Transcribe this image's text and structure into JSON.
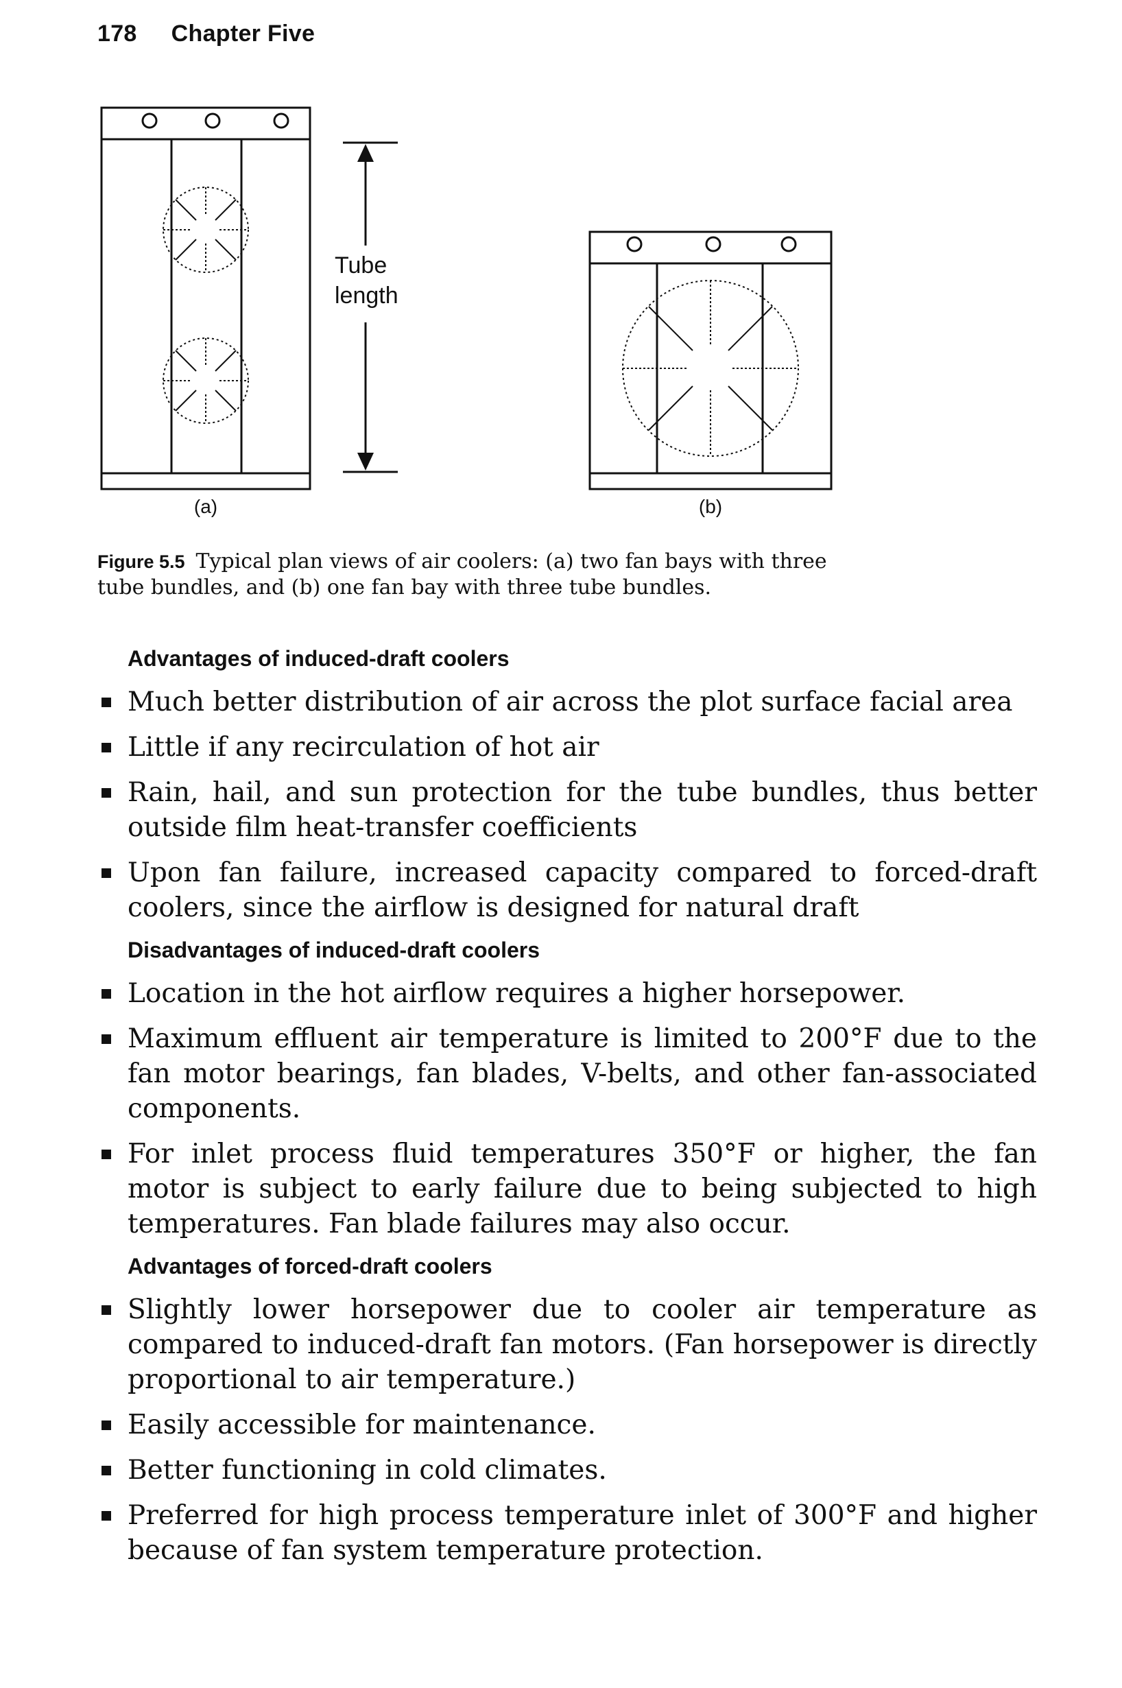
{
  "header": {
    "page_number": "178",
    "chapter": "Chapter Five"
  },
  "figure": {
    "dimension_label_line1": "Tube",
    "dimension_label_line2": "length",
    "panel_a_label": "(a)",
    "panel_b_label": "(b)",
    "caption_label": "Figure 5.5",
    "caption_text": "Typical plan views of air coolers: (a) two fan bays with three tube bundles, and (b) one fan bay with three tube bundles."
  },
  "sections": [
    {
      "title": "Advantages of induced-draft coolers",
      "items": [
        "Much better distribution of air across the plot surface facial area",
        "Little if any recirculation of hot air",
        "Rain, hail, and sun protection for the tube bundles, thus better outside film heat-transfer coefficients",
        "Upon fan failure, increased capacity compared to forced-draft coolers, since the airflow is designed for natural draft"
      ]
    },
    {
      "title": "Disadvantages of induced-draft coolers",
      "items": [
        "Location in the hot airflow requires a higher horsepower.",
        "Maximum effluent air temperature is limited to 200°F due to the fan motor bearings, fan blades, V-belts, and other fan-associated components.",
        "For inlet process fluid temperatures 350°F or higher, the fan motor is subject to early failure due to being subjected to high temperatures. Fan blade failures may also occur."
      ]
    },
    {
      "title": "Advantages of forced-draft coolers",
      "items": [
        "Slightly lower horsepower due to cooler air temperature as compared to induced-draft fan motors. (Fan horsepower is directly proportional to air temperature.)",
        "Easily accessible for maintenance.",
        "Better functioning in cold climates.",
        "Preferred for high process temperature inlet of 300°F and higher because of fan system temperature protection."
      ]
    }
  ]
}
